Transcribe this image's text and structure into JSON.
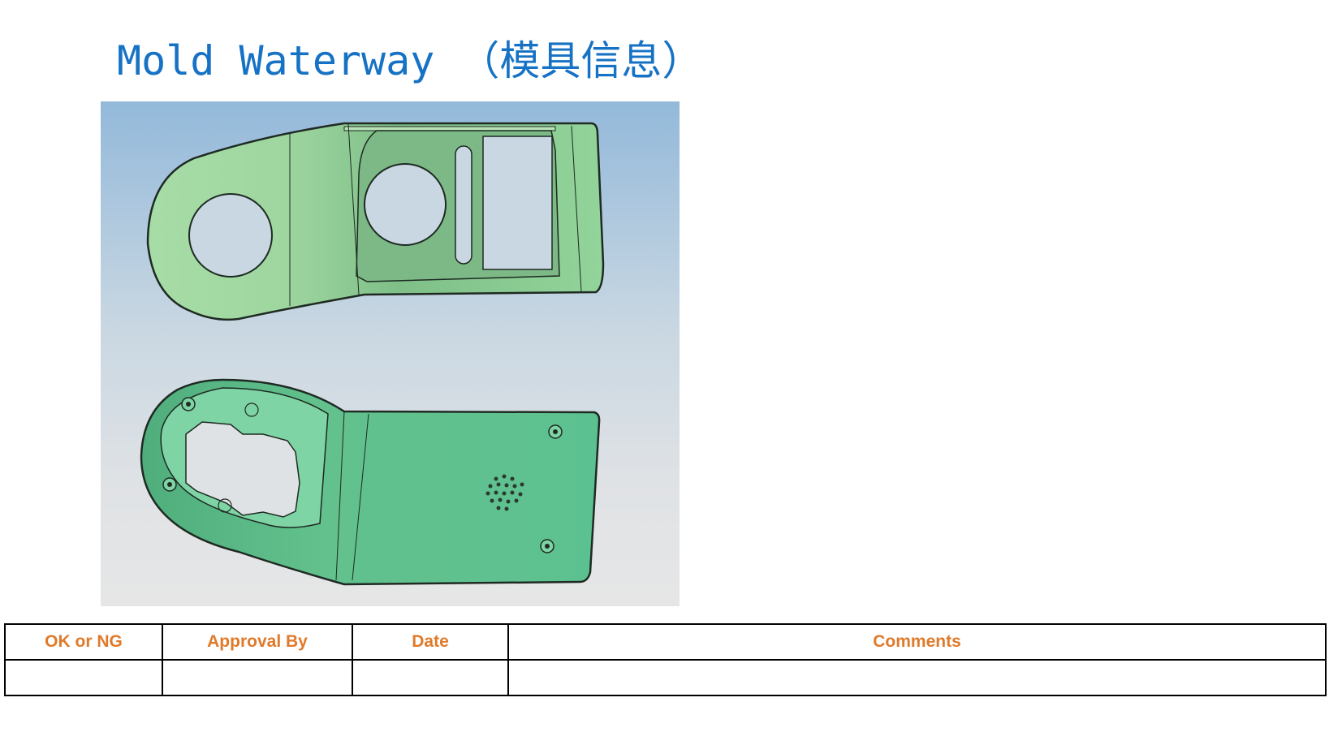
{
  "title": {
    "en": "Mold Waterway",
    "cn": "（模具信息）"
  },
  "colors": {
    "title": "#1672c4",
    "header_text": "#e07a2a",
    "part_green": "#8fd29a",
    "part_green_dark": "#5fb585",
    "background_top": "#93b9da",
    "background_bottom": "#e6e6e6"
  },
  "image": {
    "description_icon": "cad-render-icon"
  },
  "table": {
    "headers": [
      "OK or NG",
      "Approval By",
      "Date",
      "Comments"
    ],
    "rows": [
      [
        "",
        "",
        "",
        ""
      ]
    ]
  }
}
